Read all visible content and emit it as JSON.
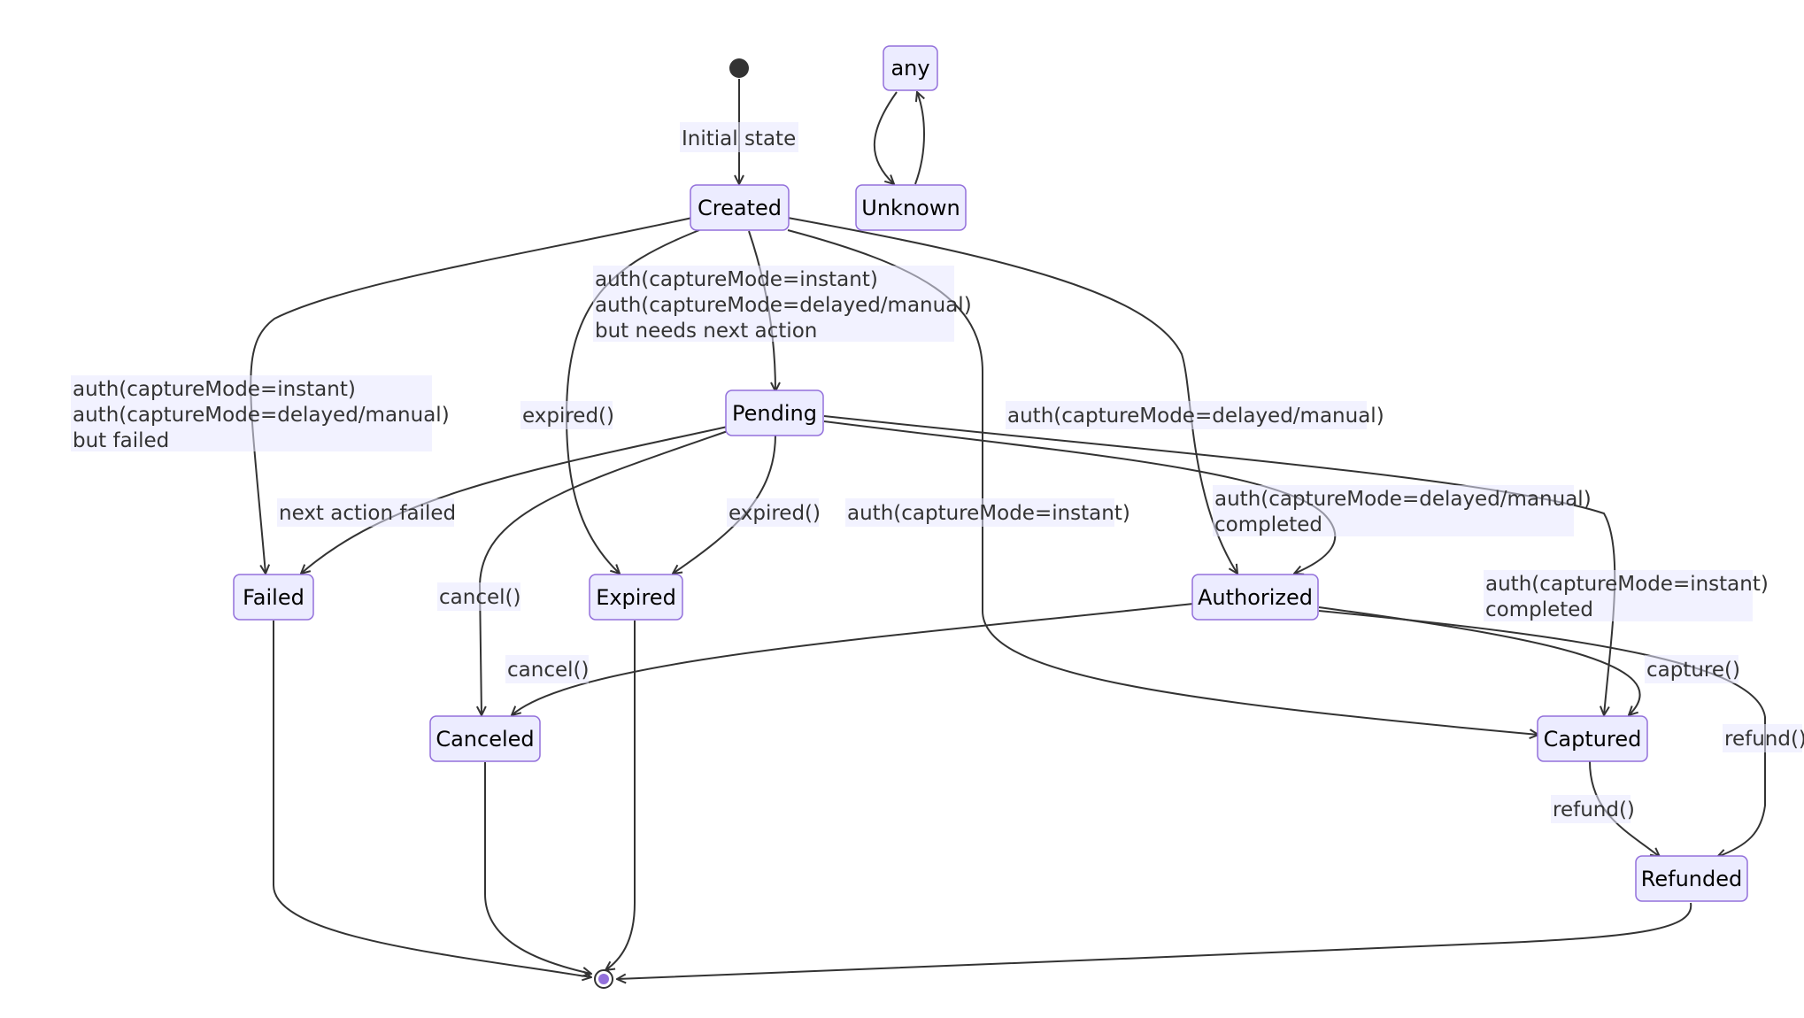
{
  "states": {
    "any": "any",
    "unknown": "Unknown",
    "created": "Created",
    "pending": "Pending",
    "failed": "Failed",
    "expired": "Expired",
    "authorized": "Authorized",
    "canceled": "Canceled",
    "captured": "Captured",
    "refunded": "Refunded"
  },
  "transitions": {
    "initial": "Initial state",
    "created_to_pending": [
      "auth(captureMode=instant)",
      "auth(captureMode=delayed/manual)",
      "but needs next action"
    ],
    "created_to_failed": [
      "auth(captureMode=instant)",
      "auth(captureMode=delayed/manual)",
      "but failed"
    ],
    "created_to_expired": "expired()",
    "created_to_authorized": "auth(captureMode=delayed/manual)",
    "created_to_captured": "auth(captureMode=instant)",
    "pending_to_failed": "next action failed",
    "pending_to_expired": "expired()",
    "pending_to_canceled": "cancel()",
    "pending_to_authorized": [
      "auth(captureMode=delayed/manual)",
      "completed"
    ],
    "pending_to_captured": [
      "auth(captureMode=instant)",
      "completed"
    ],
    "authorized_to_canceled": "cancel()",
    "authorized_to_captured": "capture()",
    "authorized_to_refunded": "refund()",
    "captured_to_refunded": "refund()"
  },
  "colors": {
    "node_fill": "#ECECFF",
    "node_border": "#9370DB",
    "edge": "#333333",
    "start": "#333333",
    "end_inner": "#9370DB"
  }
}
